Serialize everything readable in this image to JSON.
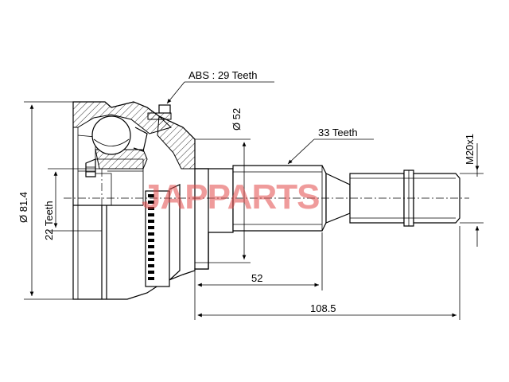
{
  "labels": {
    "abs_teeth": "ABS : 29 Teeth",
    "shaft_diameter": "Ø 52",
    "spline_teeth": "33 Teeth",
    "thread": "M20x1",
    "outer_diameter": "Ø 81.4",
    "inner_teeth": "22 Teeth",
    "length_short": "52",
    "length_total": "108.5"
  },
  "watermark": {
    "text": "JAPPARTS",
    "color": "#e24b4b"
  }
}
